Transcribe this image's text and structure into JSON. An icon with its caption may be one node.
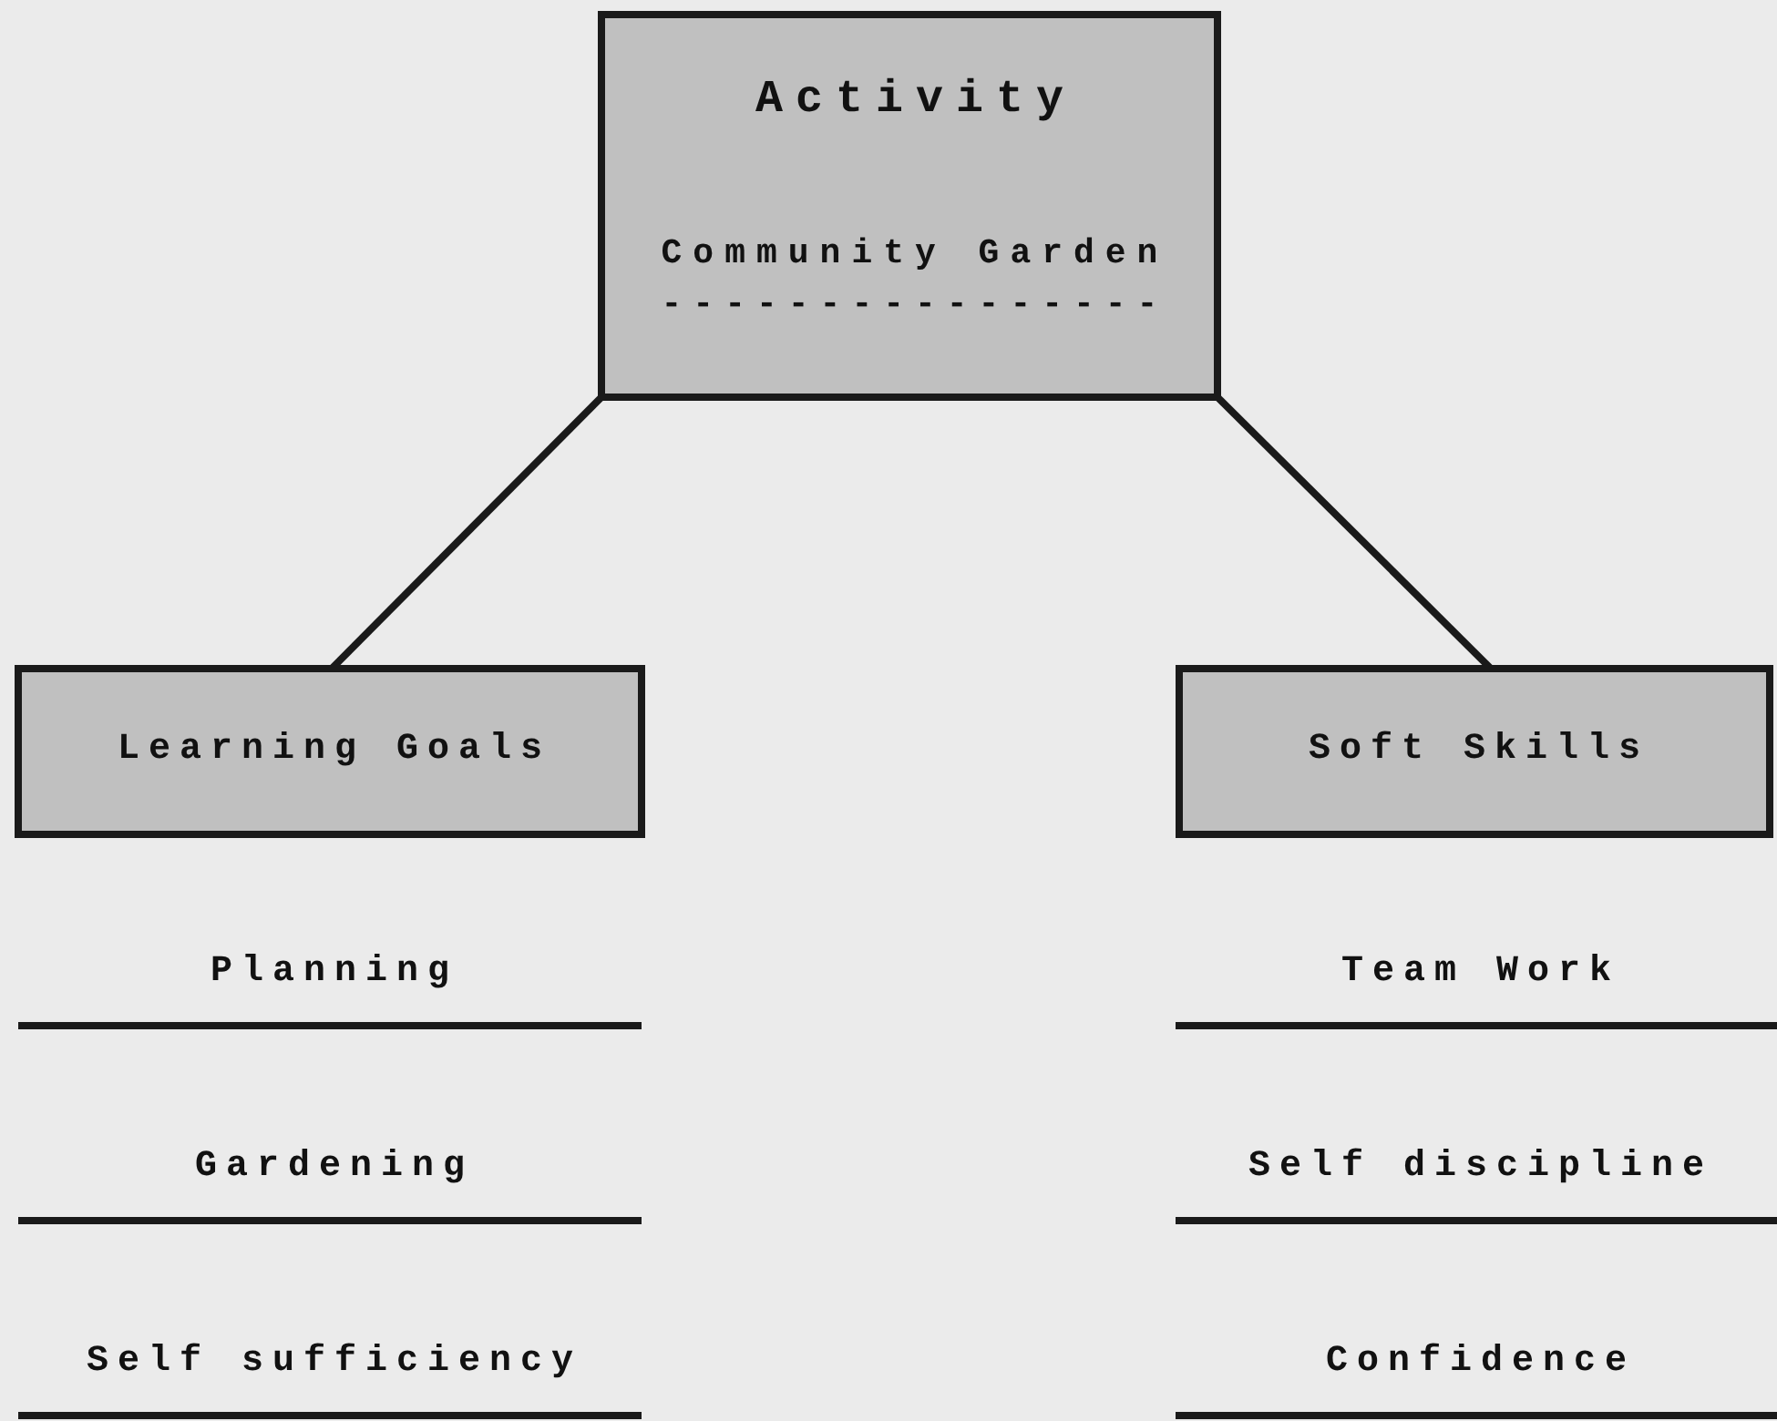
{
  "diagram": {
    "nodes": [
      {
        "text": [
          "Activity",
          "Community Garden",
          "----------------"
        ]
      },
      {
        "text": [
          "Learning Goals"
        ]
      },
      {
        "text": [
          "Soft Skills"
        ]
      }
    ],
    "edges": [
      {
        "from": 0,
        "to": 1,
        "arrow": "none"
      },
      {
        "from": 0,
        "to": 2,
        "arrow": "none"
      }
    ],
    "labels": [
      "Planning",
      "Team Work",
      "Gardening",
      "Self discipline",
      "Self sufficiency",
      "Confidence"
    ]
  }
}
